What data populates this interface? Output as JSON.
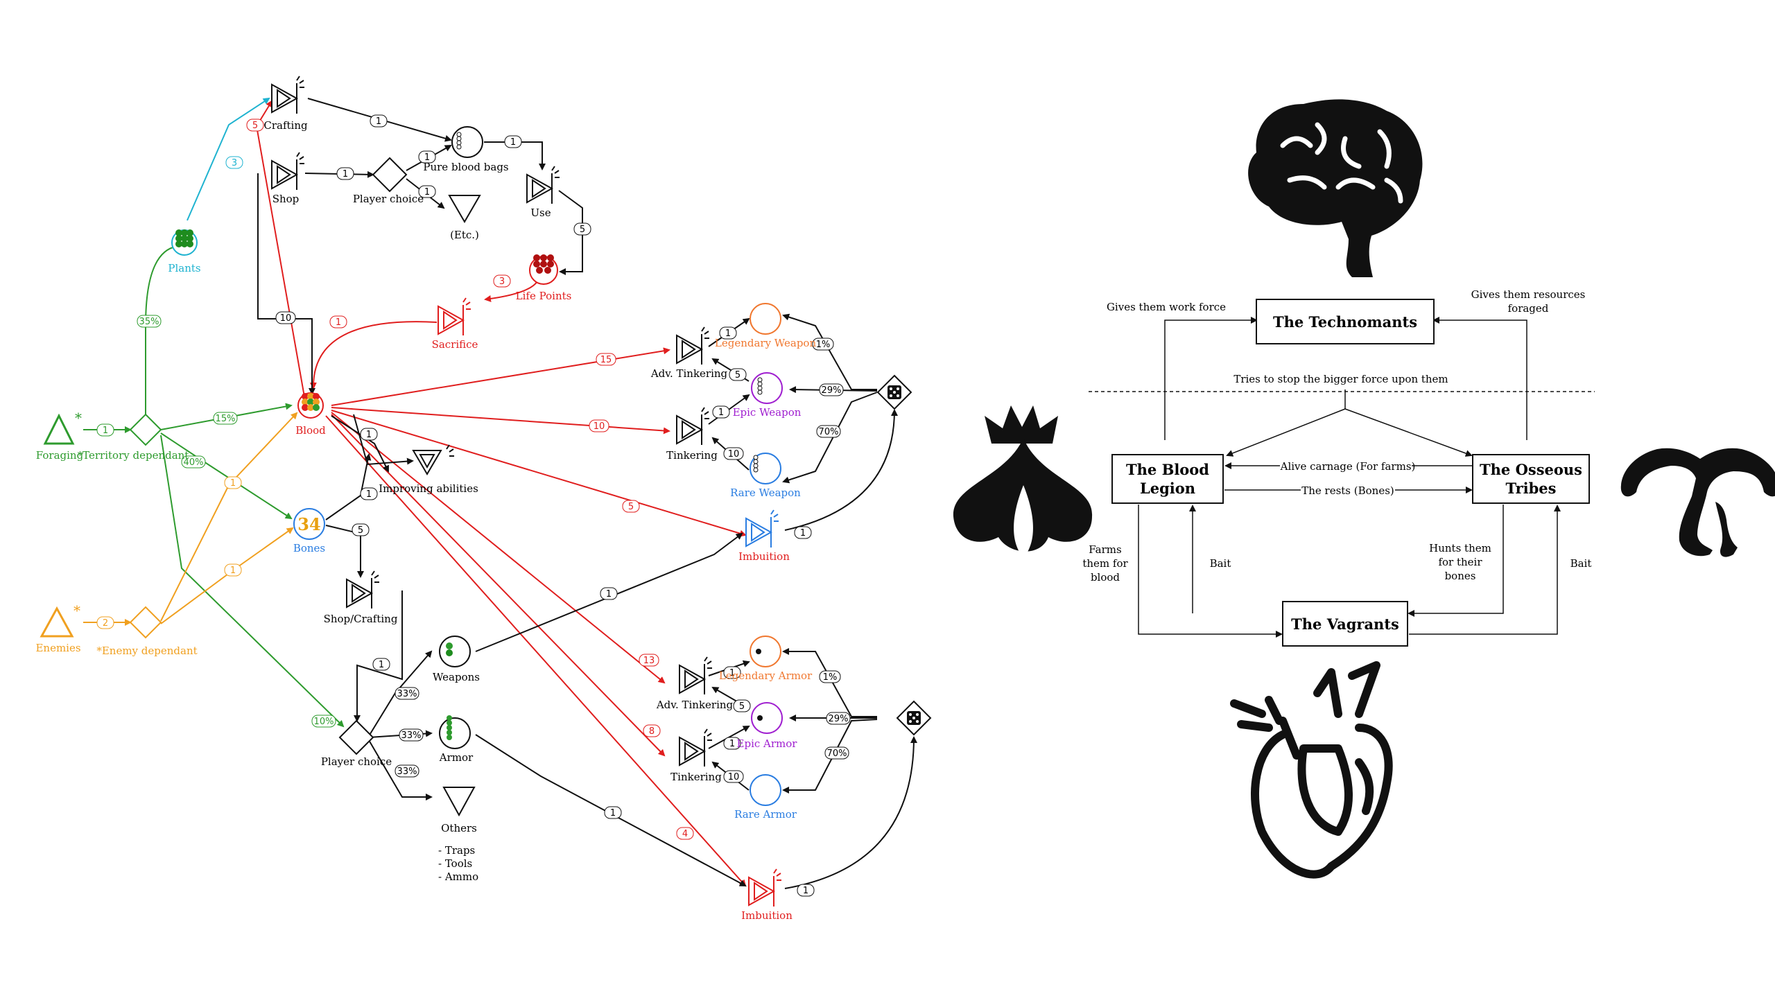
{
  "colors": {
    "black": "#111111",
    "red": "#e01e1e",
    "green": "#2e9b2e",
    "orange": "#f0a020",
    "cyan": "#1fb3d0",
    "blue": "#2a7de1",
    "purple": "#a020d0",
    "legendary": "#f07830",
    "bones_number": "#e8a010"
  },
  "nodes": {
    "foraging": "Foraging",
    "territory": "*Territory dependant",
    "enemies": "Enemies",
    "enemy_dep": "*Enemy dependant",
    "plants": "Plants",
    "blood": "Blood",
    "bones": "Bones",
    "bones_value": "34",
    "crafting": "Crafting",
    "shop_top": "Shop",
    "player_choice_top": "Player choice",
    "pure_blood_bags": "Pure blood bags",
    "etc": "(Etc.)",
    "use": "Use",
    "life_points": "Life Points",
    "sacrifice": "Sacrifice",
    "improving_abilities": "Improving abilities",
    "shop_crafting": "Shop/Crafting",
    "player_choice_bottom": "Player choice",
    "weapons": "Weapons",
    "armor": "Armor",
    "others": "Others",
    "others_list": [
      "- Traps",
      "- Tools",
      "- Ammo"
    ],
    "adv_tinkering_w": "Adv. Tinkering",
    "tinkering_w": "Tinkering",
    "legendary_weapon": "Legendary Weapon",
    "epic_weapon": "Epic Weapon",
    "rare_weapon": "Rare Weapon",
    "imbuition_w": "Imbuition",
    "adv_tinkering_a": "Adv. Tinkering",
    "tinkering_a": "Tinkering",
    "legendary_armor": "Legendary Armor",
    "epic_armor": "Epic Armor",
    "rare_armor": "Rare Armor",
    "imbuition_a": "Imbuition"
  },
  "factions": {
    "technomants": "The Technomants",
    "blood_legion_1": "The Blood",
    "blood_legion_2": "Legion",
    "osseous_1": "The Osseous",
    "osseous_2": "Tribes",
    "vagrants": "The Vagrants",
    "work_force": "Gives them work force",
    "resources_1": "Gives them resources",
    "resources_2": "foraged",
    "stop_force": "Tries to stop the bigger force upon them",
    "alive_carnage": "Alive carnage (For farms)",
    "the_rests": "The rests (Bones)",
    "farms_1": "Farms",
    "farms_2": "them for",
    "farms_3": "blood",
    "bait_left": "Bait",
    "hunts_1": "Hunts them",
    "hunts_2": "for their",
    "hunts_3": "bones",
    "bait_right": "Bait"
  },
  "icons": [
    "brain-icon",
    "blood-crown-icon",
    "bone-horns-icon",
    "heart-icon",
    "dice-icon",
    "pool-icon",
    "converter-icon",
    "drain-icon",
    "source-icon",
    "gate-icon"
  ]
}
